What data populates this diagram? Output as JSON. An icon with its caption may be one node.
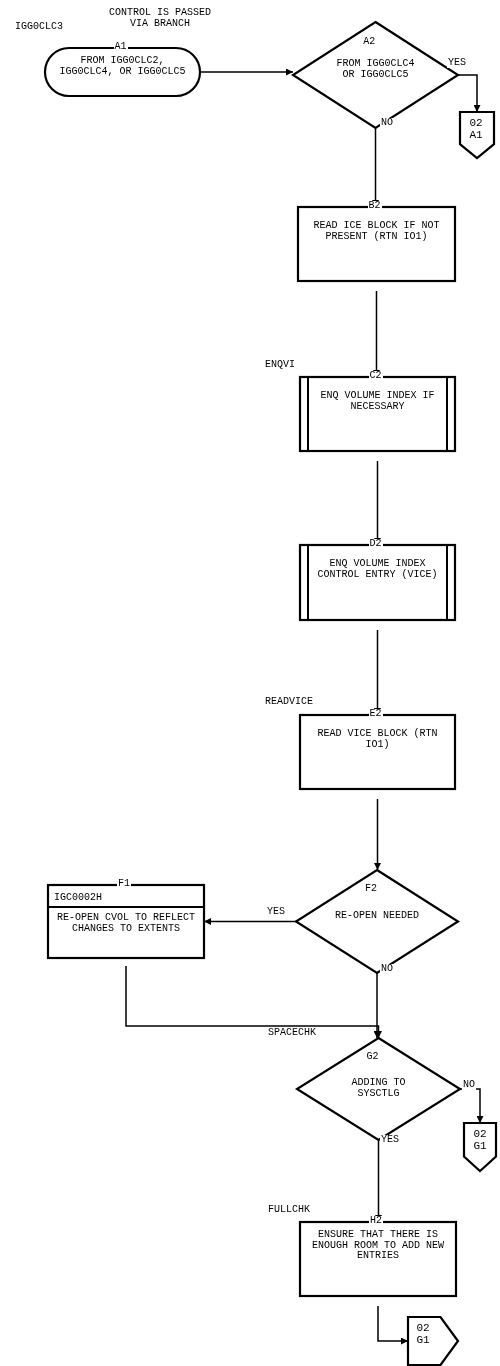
{
  "diagram": {
    "nodes": [
      {
        "text": [
          "A1",
          "FROM IGG0CLC2, IGG0CLC4, OR IGG0CLC5"
        ],
        "beside": [
          "IGG0CLC3"
        ]
      },
      {
        "text": [
          "A2",
          "FROM IGG0CLC4 OR IGG0CLC5"
        ]
      },
      {
        "text": [
          "02 A1"
        ]
      },
      {
        "text": [
          "B2",
          "READ ICE BLOCK IF NOT PRESENT (RTN IO1)"
        ]
      },
      {
        "text": [
          "C2",
          "ENQ VOLUME INDEX IF NECESSARY"
        ],
        "beside": [
          "ENQVI"
        ]
      },
      {
        "text": [
          "D2",
          "ENQ VOLUME INDEX CONTROL ENTRY (VICE)"
        ]
      },
      {
        "text": [
          "E2",
          "READ VICE BLOCK (RTN IO1)"
        ],
        "beside": [
          "READVICE"
        ]
      },
      {
        "text": [
          "F1",
          "IGC0002H",
          "RE-OPEN CVOL TO REFLECT CHANGES TO EXTENTS"
        ]
      },
      {
        "text": [
          "F2",
          "RE-OPEN NEEDED"
        ]
      },
      {
        "text": [
          "G2",
          "ADDING TO SYSCTLG"
        ],
        "beside": [
          "SPACECHK"
        ]
      },
      {
        "text": [
          "02 G1"
        ]
      },
      {
        "text": [
          "H2",
          "ENSURE THAT THERE IS ENOUGH ROOM TO ADD NEW ENTRIES"
        ],
        "beside": [
          "FULLCHK"
        ]
      },
      {
        "text": [
          "02 G1"
        ]
      }
    ],
    "edges": [
      {
        "from": 0,
        "to": 1,
        "arrow": "to"
      },
      {
        "from": 1,
        "to": 2,
        "arrow": "to",
        "label": "YES"
      },
      {
        "from": 1,
        "to": 3,
        "arrow": "to",
        "label": "NO"
      },
      {
        "from": 3,
        "to": 4,
        "arrow": "to"
      },
      {
        "from": 4,
        "to": 5,
        "arrow": "to"
      },
      {
        "from": 5,
        "to": 6,
        "arrow": "to"
      },
      {
        "from": 6,
        "to": 8,
        "arrow": "to"
      },
      {
        "from": 8,
        "to": 7,
        "arrow": "to",
        "label": "YES"
      },
      {
        "from": 8,
        "to": 9,
        "arrow": "to",
        "label": "NO"
      },
      {
        "from": 7,
        "to": 9,
        "arrow": "to"
      },
      {
        "from": 9,
        "to": 10,
        "arrow": "to",
        "label": "NO"
      },
      {
        "from": 9,
        "to": 11,
        "arrow": "to",
        "label": "YES"
      },
      {
        "from": 11,
        "to": 12,
        "arrow": "to"
      }
    ],
    "labels": [
      "CONTROL IS PASSED VIA BRANCH"
    ]
  }
}
